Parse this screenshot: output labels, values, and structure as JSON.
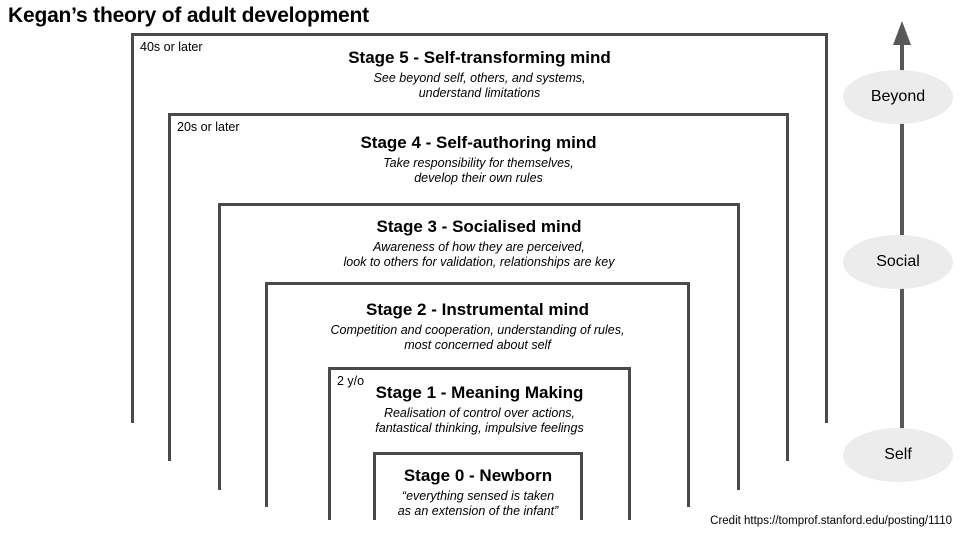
{
  "title": "Kegan’s theory of adult development",
  "credit": "Credit https://tomprof.stanford.edu/posting/1110",
  "colors": {
    "box_border": "#4a4a4a",
    "arrow": "#58585a",
    "ellipse_fill": "#ececec",
    "text": "#000000"
  },
  "stages": {
    "stage5": {
      "age_label": "40s or later",
      "heading": "Stage 5 - Self-transforming mind",
      "line1": "See beyond self, others, and systems,",
      "line2": "understand limitations"
    },
    "stage4": {
      "age_label": "20s or later",
      "heading": "Stage 4 - Self-authoring mind",
      "line1": "Take responsibility for themselves,",
      "line2": "develop their own rules"
    },
    "stage3": {
      "heading": "Stage 3 - Socialised mind",
      "line1": "Awareness of how they are perceived,",
      "line2": "look to others for validation, relationships are key"
    },
    "stage2": {
      "heading": "Stage 2 - Instrumental mind",
      "line1": "Competition and cooperation, understanding of rules,",
      "line2": "most concerned about self"
    },
    "stage1": {
      "age_label": "2 y/o",
      "heading": "Stage 1 - Meaning Making",
      "line1": "Realisation of control over actions,",
      "line2": "fantastical thinking, impulsive feelings"
    },
    "stage0": {
      "heading": "Stage 0 - Newborn",
      "line1": "“everything sensed is taken",
      "line2": "as an extension of the infant”"
    }
  },
  "levels": {
    "beyond": "Beyond",
    "social": "Social",
    "self": "Self"
  }
}
